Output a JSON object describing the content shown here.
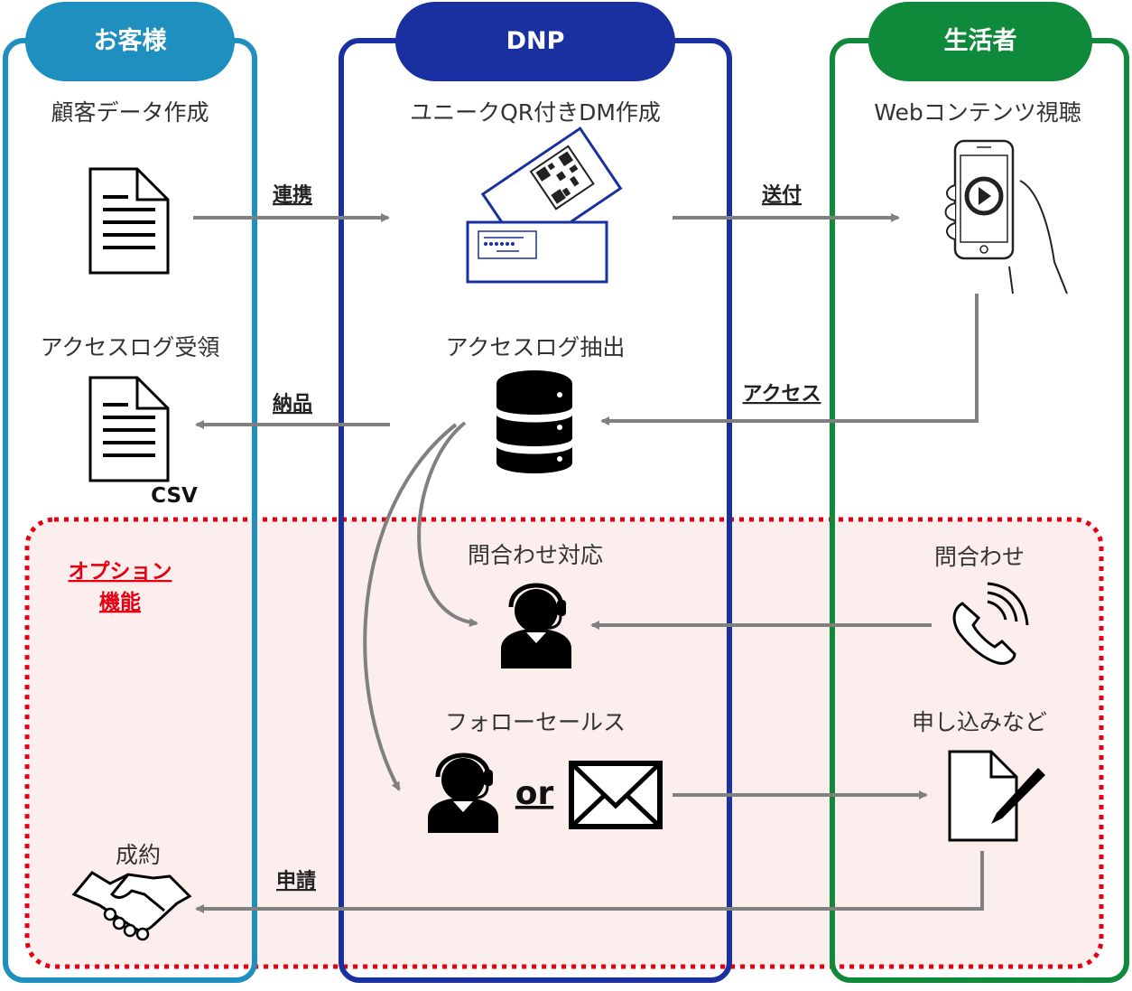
{
  "columns": {
    "customer": {
      "title": "お客様",
      "color": "#1f8fbf"
    },
    "dnp": {
      "title": "DNP",
      "color": "#1a2fa0"
    },
    "consumer": {
      "title": "生活者",
      "color": "#0e8a3a"
    }
  },
  "option_region": {
    "label_line1": "オプション",
    "label_line2": "機能",
    "border_color": "#e60012",
    "fill_color": "#fdeeee"
  },
  "nodes": {
    "customer_data": "顧客データ作成",
    "qr_dm": "ユニークQR付きDM作成",
    "web_view": "Webコンテンツ視聴",
    "log_receive": "アクセスログ受領",
    "csv": "CSV",
    "log_extract": "アクセスログ抽出",
    "inquiry_support": "問合わせ対応",
    "inquiry": "問合わせ",
    "follow_sales": "フォローセールス",
    "or": "or",
    "application": "申し込みなど",
    "contract": "成約"
  },
  "flows": {
    "link": "連携",
    "send": "送付",
    "access": "アクセス",
    "deliver": "納品",
    "apply": "申請"
  }
}
